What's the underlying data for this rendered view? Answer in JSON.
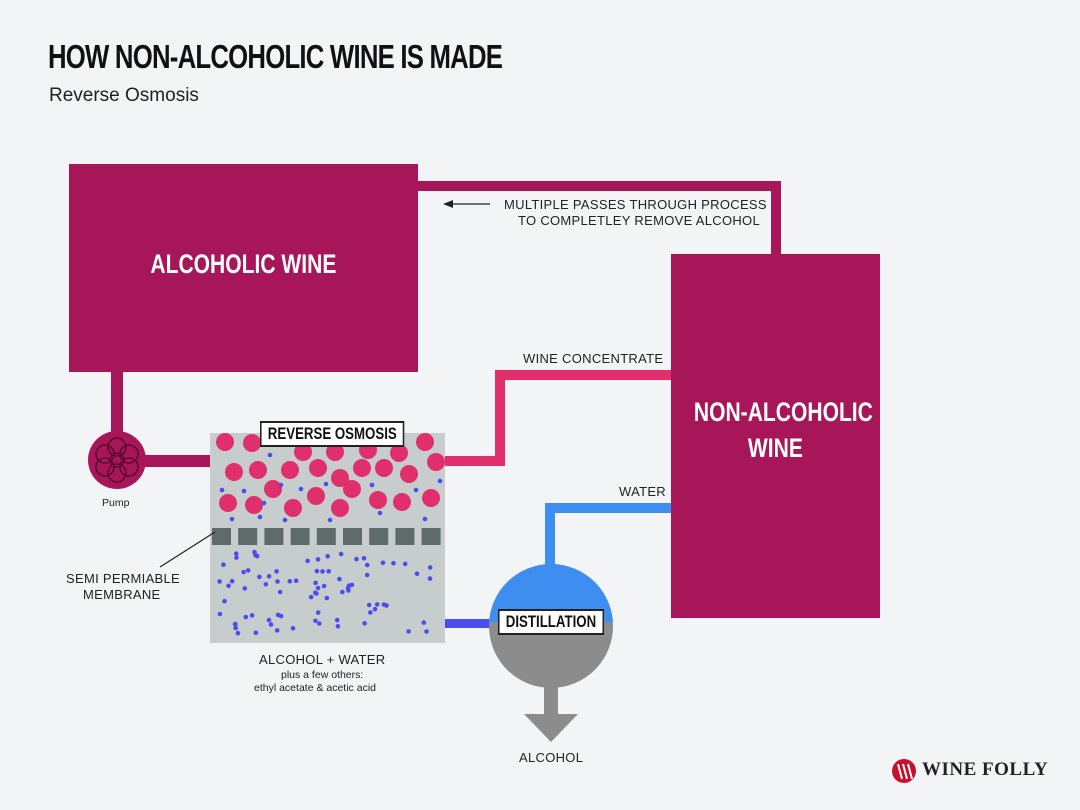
{
  "title": "HOW NON-ALCOHOLIC WINE IS MADE",
  "subtitle": "Reverse Osmosis",
  "colors": {
    "wine": "#a8165a",
    "pink": "#e0306c",
    "water": "#3d8ef0",
    "alcohol": "#4a4ef0",
    "membrane": "#5f6b68",
    "chamber": "#c6cdcc",
    "grey": "#8c8c8c"
  },
  "nodes": {
    "alcoholic_wine": "ALCOHOLIC WINE",
    "non_alcoholic_wine_line1": "NON-ALCOHOLIC",
    "non_alcoholic_wine_line2": "WINE",
    "reverse_osmosis": "REVERSE OSMOSIS",
    "distillation": "DISTILLATION",
    "pump": "Pump"
  },
  "labels": {
    "multiple_passes_line1": "MULTIPLE PASSES THROUGH PROCESS",
    "multiple_passes_line2": "TO COMPLETLEY REMOVE ALCOHOL",
    "wine_concentrate": "WINE CONCENTRATE",
    "water": "WATER",
    "membrane_line1": "SEMI PERMIABLE",
    "membrane_line2": "MEMBRANE",
    "alcohol_water": "ALCOHOL + WATER",
    "others_line1": "plus a few others:",
    "others_line2": "ethyl acetate & acetic acid",
    "alcohol": "ALCOHOL"
  },
  "brand": {
    "name": "WINE FOLLY",
    "logo_icon": "wine-folly-logo-icon"
  }
}
